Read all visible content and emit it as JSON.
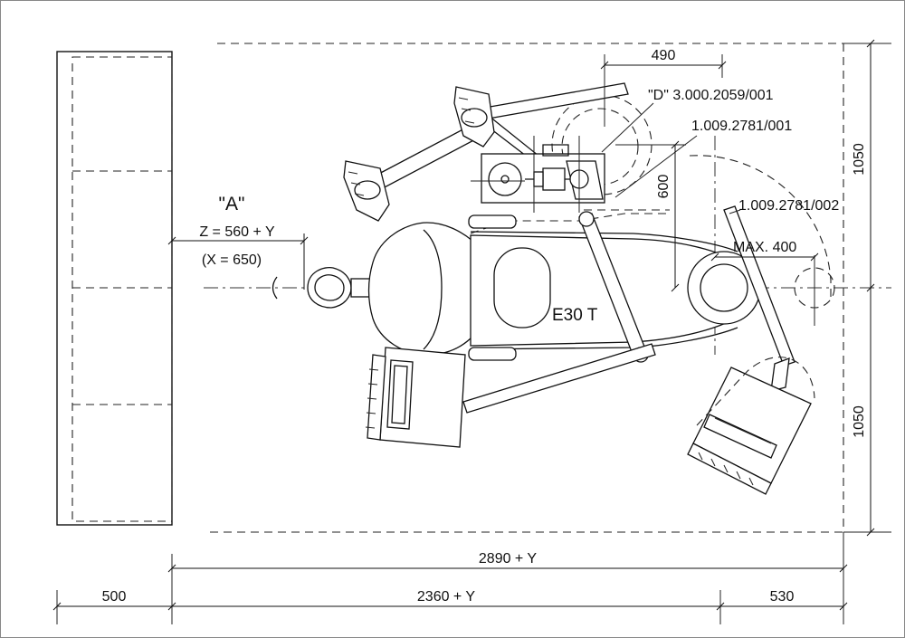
{
  "labels": {
    "room_marker": "\"A\"",
    "z_formula": "Z = 560 + Y",
    "x_value": "(X = 650)",
    "model": "E30 T",
    "part_d": "\"D\" 3.000.2059/001",
    "part_1": "1.009.2781/001",
    "part_2": "1.009.2781/002",
    "max_reach": "MAX. 400"
  },
  "dimensions": {
    "top_offset": "490",
    "vertical_600": "600",
    "right_upper": "1050",
    "right_lower": "1050",
    "total_width": "2890 + Y",
    "bottom_left": "500",
    "bottom_middle": "2360 + Y",
    "bottom_right": "530"
  }
}
